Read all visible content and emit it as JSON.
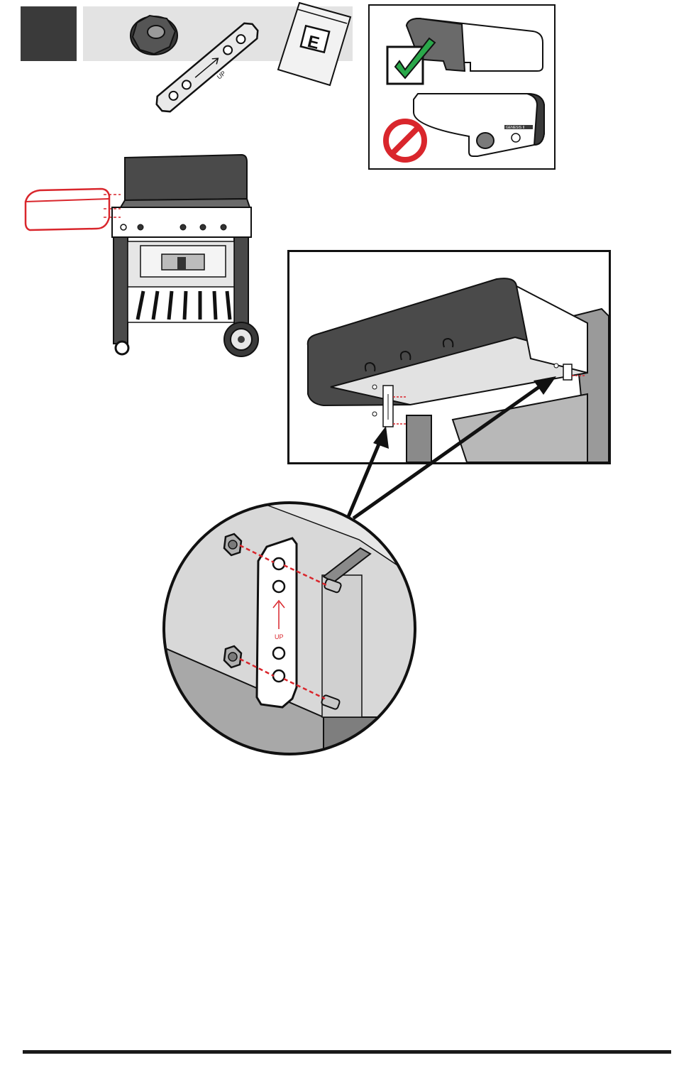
{
  "step": {
    "number_box_color": "#3a3a3a"
  },
  "parts": {
    "bag_letter": "E",
    "bracket_label": "UP",
    "items": [
      "hex-nut-icon",
      "mounting-bracket-icon",
      "hardware-bag-icon"
    ]
  },
  "orientation_check": {
    "correct_icon": "checkmark-icon",
    "incorrect_icon": "prohibited-icon",
    "brand_plate": "GENESIS II",
    "correct_color": "#2aa84a",
    "incorrect_color": "#d9262c"
  },
  "detail": {
    "bracket_label": "UP",
    "dash_color": "#d9262c"
  },
  "colors": {
    "highlight_red": "#d9262c",
    "dark_gray": "#3a3a3a",
    "mid_gray": "#9a9a9a",
    "light_gray": "#d8d8d8"
  }
}
